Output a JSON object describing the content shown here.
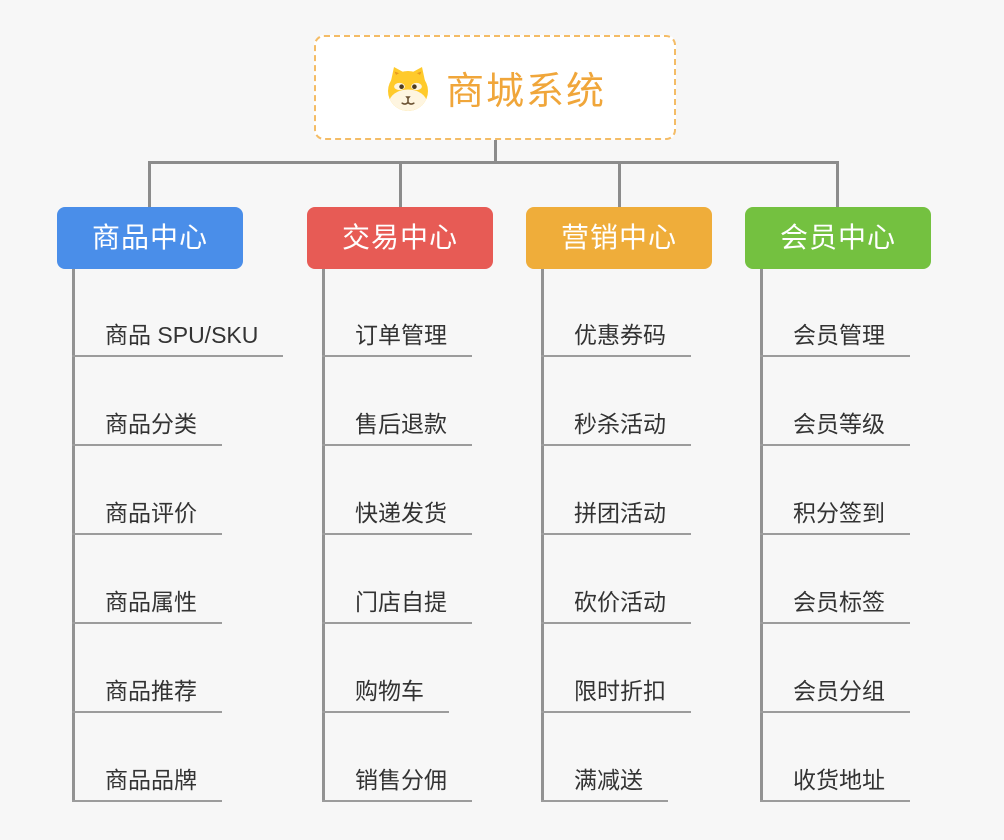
{
  "root": {
    "title": "商城系统",
    "icon": "shiba-dog-icon"
  },
  "colors": {
    "root_text": "#f0a63a",
    "root_border": "#f4bc66",
    "connector": "#8c8c8c",
    "leaf_text": "#333333",
    "leaf_underline": "#9c9c9c",
    "background": "#f7f7f7"
  },
  "branches": [
    {
      "label": "商品中心",
      "color": "#4a8ee9",
      "items": [
        "商品 SPU/SKU",
        "商品分类",
        "商品评价",
        "商品属性",
        "商品推荐",
        "商品品牌"
      ]
    },
    {
      "label": "交易中心",
      "color": "#e75b55",
      "items": [
        "订单管理",
        "售后退款",
        "快递发货",
        "门店自提",
        "购物车",
        "销售分佣"
      ]
    },
    {
      "label": "营销中心",
      "color": "#efad3a",
      "items": [
        "优惠券码",
        "秒杀活动",
        "拼团活动",
        "砍价活动",
        "限时折扣",
        "满减送"
      ]
    },
    {
      "label": "会员中心",
      "color": "#74c140",
      "items": [
        "会员管理",
        "会员等级",
        "积分签到",
        "会员标签",
        "会员分组",
        "收货地址"
      ]
    }
  ]
}
